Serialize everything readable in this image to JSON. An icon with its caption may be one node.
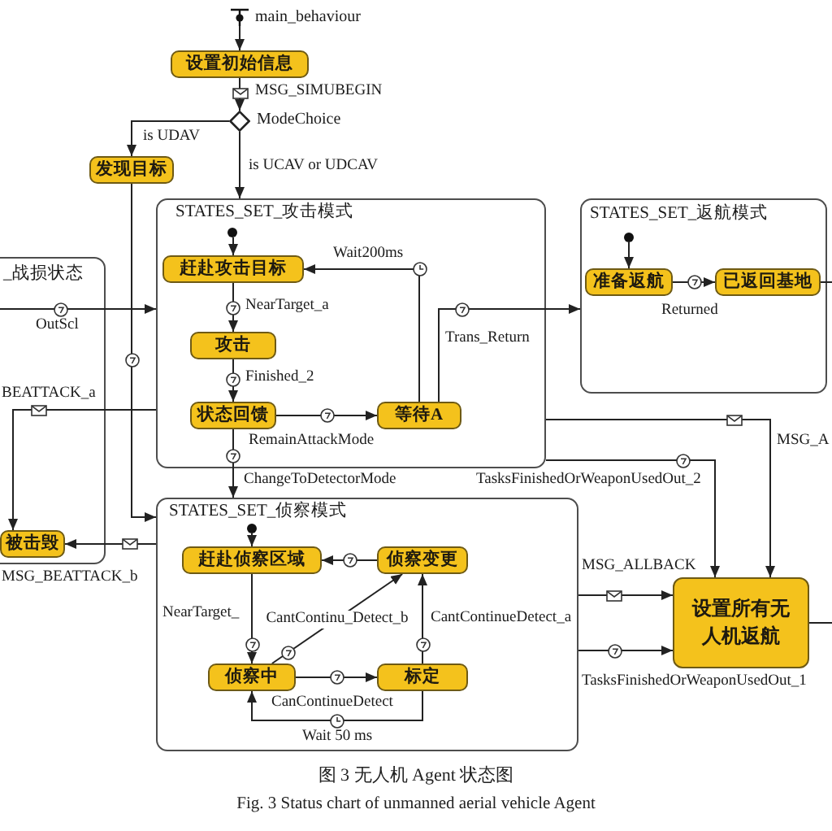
{
  "diagram": {
    "caption": "图 3 无人机 Agent 状态图",
    "nodes": [
      {
        "text": [],
        "shape": "circle",
        "beside": [
          "main_behaviour"
        ]
      },
      {
        "text": [
          "设置初始信息"
        ]
      },
      {
        "text": [],
        "shape": "diamond",
        "beside": [
          "ModeChoice"
        ]
      },
      {
        "text": [
          "发现目标"
        ]
      },
      {
        "text": [
          "STATES_SET_攻击模式"
        ]
      },
      {
        "text": [],
        "shape": "circle",
        "in": 4
      },
      {
        "text": [
          "赶赴攻击目标"
        ],
        "in": 4
      },
      {
        "text": [
          "攻击"
        ],
        "in": 4
      },
      {
        "text": [
          "状态回馈"
        ],
        "in": 4
      },
      {
        "text": [
          "等待A"
        ],
        "in": 4
      },
      {
        "text": [
          "STATES_SET_返航模式"
        ]
      },
      {
        "text": [],
        "shape": "circle",
        "in": 10
      },
      {
        "text": [
          "准备返航"
        ],
        "in": 10
      },
      {
        "text": [
          "已返回基地"
        ],
        "in": 10
      },
      {
        "text": [
          "_战损状态"
        ]
      },
      {
        "text": [
          "被击毁"
        ],
        "in": 14
      },
      {
        "text": [
          "STATES_SET_侦察模式"
        ]
      },
      {
        "text": [],
        "shape": "circle",
        "in": 16
      },
      {
        "text": [
          "赶赴侦察区域"
        ],
        "in": 16
      },
      {
        "text": [
          "侦察变更"
        ],
        "in": 16
      },
      {
        "text": [
          "侦察中"
        ],
        "in": 16
      },
      {
        "text": [
          "标定"
        ],
        "in": 16
      },
      {
        "text": [
          "设置所有无人机返航"
        ]
      }
    ],
    "edges": [
      {
        "from": 0,
        "to": 1,
        "arrow": "to"
      },
      {
        "from": 1,
        "to": 2,
        "label": "MSG_SIMUBEGIN",
        "arrow": "to"
      },
      {
        "from": 2,
        "to": 3,
        "label": "is UDAV",
        "arrow": "to"
      },
      {
        "from": 2,
        "to": 4,
        "label": "is UCAV or UDCAV",
        "arrow": "to"
      },
      {
        "from": 3,
        "to": 16,
        "arrow": "to"
      },
      {
        "from": 5,
        "to": 6,
        "arrow": "to"
      },
      {
        "from": 6,
        "to": 7,
        "label": "NearTarget_a",
        "arrow": "to"
      },
      {
        "from": 7,
        "to": 8,
        "label": "Finished_2",
        "arrow": "to"
      },
      {
        "from": 8,
        "to": 9,
        "label": "RemainAttackMode",
        "arrow": "to"
      },
      {
        "from": 9,
        "to": 6,
        "label": "Wait200ms",
        "arrow": "to"
      },
      {
        "from": 9,
        "to": 10,
        "label": "Trans_Return",
        "arrow": "to"
      },
      {
        "from": 8,
        "to": 16,
        "label": "ChangeToDetectorMode",
        "arrow": "to"
      },
      {
        "from": 11,
        "to": 12,
        "arrow": "to"
      },
      {
        "from": 12,
        "to": 13,
        "label": "Returned",
        "arrow": "to"
      },
      {
        "from": 13,
        "to": null,
        "arrow": "none"
      },
      {
        "from": 14,
        "to": 4,
        "label": "OutScl",
        "arrow": "to"
      },
      {
        "from": 4,
        "to": 15,
        "label": "BEATTACK_a",
        "arrow": "to"
      },
      {
        "from": 16,
        "to": 15,
        "label": "MSG_BEATTACK_b",
        "arrow": "to"
      },
      {
        "from": 17,
        "to": 18,
        "arrow": "to"
      },
      {
        "from": 18,
        "to": 20,
        "label": "NearTarget_",
        "arrow": "to"
      },
      {
        "from": 20,
        "to": 21,
        "label": "CanContinueDetect",
        "arrow": "to"
      },
      {
        "from": 21,
        "to": 20,
        "label": "Wait 50 ms",
        "arrow": "to"
      },
      {
        "from": 20,
        "to": 19,
        "label": "CantContinu_Detect_b",
        "arrow": "to"
      },
      {
        "from": 21,
        "to": 19,
        "label": "CantContinueDetect_a",
        "arrow": "to"
      },
      {
        "from": 19,
        "to": 18,
        "arrow": "to"
      },
      {
        "from": 4,
        "to": 22,
        "label": "MSG_A",
        "arrow": "to"
      },
      {
        "from": 4,
        "to": 22,
        "label": "TasksFinishedOrWeaponUsedOut_2",
        "arrow": "to"
      },
      {
        "from": 16,
        "to": 22,
        "label": "MSG_ALLBACK",
        "arrow": "to"
      },
      {
        "from": 16,
        "to": 22,
        "label": "TasksFinishedOrWeaponUsedOut_1",
        "arrow": "to"
      },
      {
        "from": 22,
        "to": null,
        "arrow": "none"
      }
    ],
    "labels": [
      "Fig. 3 Status chart of unmanned aerial vehicle Agent"
    ]
  }
}
